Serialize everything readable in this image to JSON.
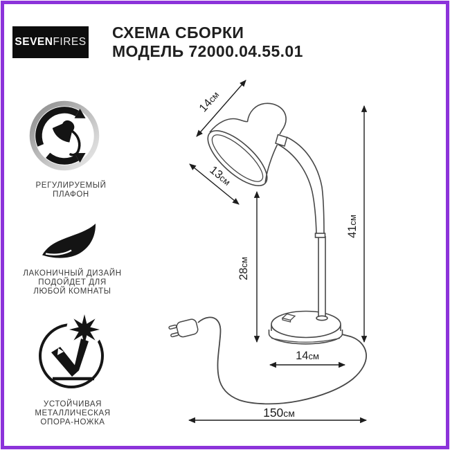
{
  "accent_color": "#8c33da",
  "drawing_line_color": "#474747",
  "header": {
    "logo_bold": "SEVEN",
    "logo_light": "FIRES",
    "title_line1": "СХЕМА СБОРКИ",
    "title_line2": "МОДЕЛЬ 72000.04.55.01"
  },
  "features": [
    {
      "icon": "rotating-lamp-icon",
      "lines": [
        "РЕГУЛИРУЕМЫЙ",
        "ПЛАФОН"
      ]
    },
    {
      "icon": "feather-icon",
      "lines": [
        "ЛАКОНИЧНЫЙ ДИЗАЙН",
        "ПОДОЙДЕТ ДЛЯ",
        "ЛЮБОЙ КОМНАТЫ"
      ]
    },
    {
      "icon": "stable-base-icon",
      "lines": [
        "УСТОЙЧИВАЯ",
        "МЕТАЛЛИЧЕСКАЯ",
        "ОПОРА-НОЖКА"
      ]
    }
  ],
  "diagram": {
    "dimensions": {
      "shade_width": {
        "value": "14",
        "unit": "см"
      },
      "shade_depth": {
        "value": "13",
        "unit": "см"
      },
      "stem_height": {
        "value": "28",
        "unit": "см"
      },
      "total_height": {
        "value": "41",
        "unit": "см"
      },
      "base_diameter": {
        "value": "14",
        "unit": "см"
      },
      "cable_length": {
        "value": "150",
        "unit": "см"
      }
    }
  }
}
